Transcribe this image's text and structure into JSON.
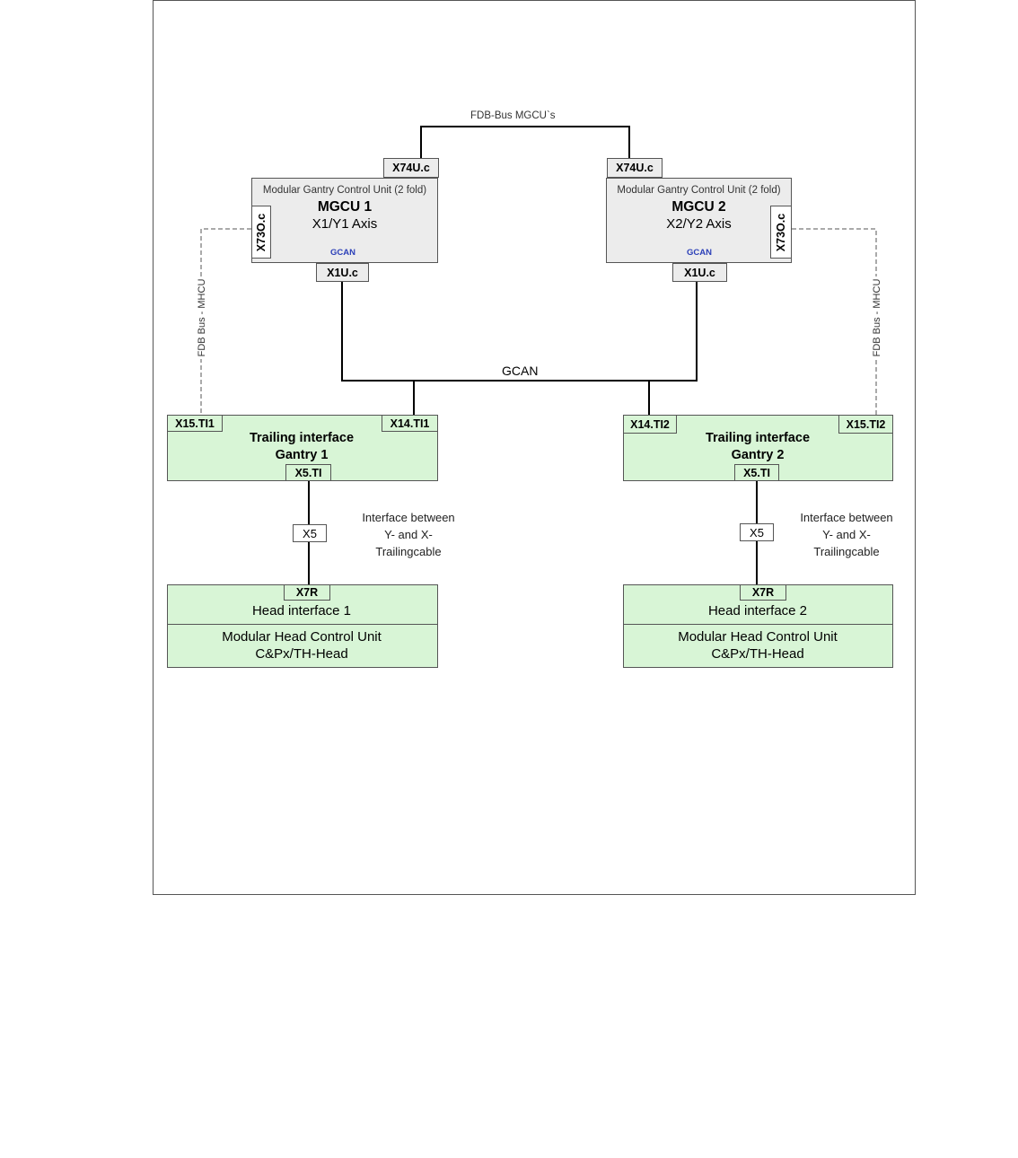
{
  "bus_labels": {
    "fdb_mgcu": "FDB-Bus MGCU`s",
    "gcan": "GCAN",
    "fdb_mhcu_left": "FDB Bus - MHCU",
    "fdb_mhcu_right": "FDB Bus - MHCU"
  },
  "mgcu1": {
    "top_port": "X74U.c",
    "desc": "Modular Gantry Control Unit (2 fold)",
    "name": "MGCU 1",
    "axis": "X1/Y1 Axis",
    "side_port": "X73O.c",
    "gcan_tag": "GCAN",
    "bottom_port": "X1U.c"
  },
  "mgcu2": {
    "top_port": "X74U.c",
    "desc": "Modular Gantry Control Unit (2 fold)",
    "name": "MGCU 2",
    "axis": "X2/Y2 Axis",
    "side_port": "X73O.c",
    "gcan_tag": "GCAN",
    "bottom_port": "X1U.c"
  },
  "trailing1": {
    "left_port": "X15.TI1",
    "right_port": "X14.TI1",
    "line1": "Trailing interface",
    "line2": "Gantry 1",
    "bottom_port": "X5.TI"
  },
  "trailing2": {
    "left_port": "X14.TI2",
    "right_port": "X15.TI2",
    "line1": "Trailing interface",
    "line2": "Gantry 2",
    "bottom_port": "X5.TI"
  },
  "connector1": "X5",
  "connector2": "X5",
  "note1": {
    "l1": "Interface between",
    "l2": "Y- and X-",
    "l3": "Trailingcable"
  },
  "note2": {
    "l1": "Interface between",
    "l2": "Y- and X-",
    "l3": "Trailingcable"
  },
  "head1": {
    "top_port": "X7R",
    "title": "Head interface 1",
    "line1": "Modular Head Control Unit",
    "line2": "C&Px/TH-Head"
  },
  "head2": {
    "top_port": "X7R",
    "title": "Head interface 2",
    "line1": "Modular Head Control Unit",
    "line2": "C&Px/TH-Head"
  },
  "colors": {
    "gray_fill": "#ececec",
    "green_fill": "#d8f5d6",
    "gcan_blue": "#2b3fb8",
    "line": "#000000"
  }
}
